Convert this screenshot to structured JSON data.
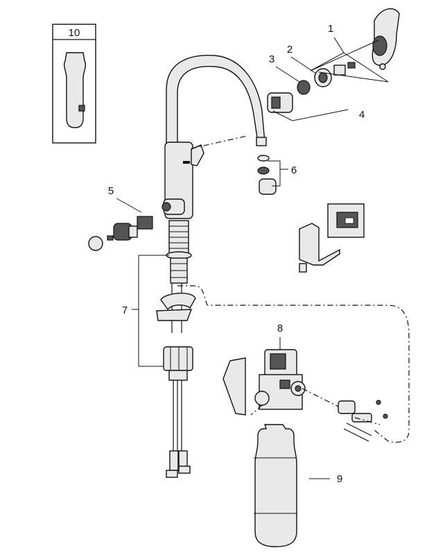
{
  "labels": {
    "p1": "1",
    "p2": "2",
    "p3": "3",
    "p4": "4",
    "p5": "5",
    "p6": "6",
    "p7": "7",
    "p8": "8",
    "p9": "9",
    "p10": "10"
  },
  "colors": {
    "line": "#111111",
    "part_fill": "#e9e9e9",
    "dark_fill": "#555555",
    "background": "#ffffff"
  }
}
